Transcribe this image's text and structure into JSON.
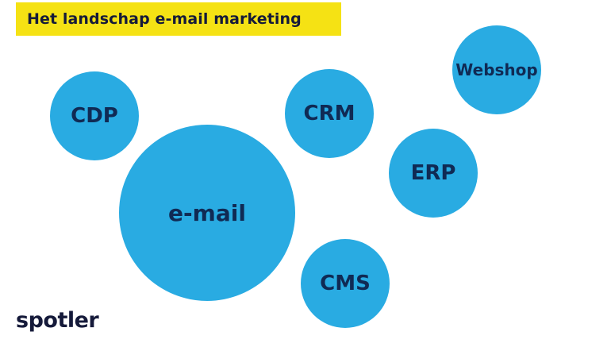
{
  "header": {
    "title": "Het landschap e-mail marketing"
  },
  "nodes": [
    {
      "id": "cdp",
      "label": "CDP"
    },
    {
      "id": "email",
      "label": "e-mail"
    },
    {
      "id": "crm",
      "label": "CRM"
    },
    {
      "id": "erp",
      "label": "ERP"
    },
    {
      "id": "cms",
      "label": "CMS"
    },
    {
      "id": "webshop",
      "label": "Webshop"
    }
  ],
  "brand": {
    "logo_text": "spotler"
  },
  "colors": {
    "title_background": "#f5e214",
    "bubble_fill": "#29abe2",
    "label_text": "#102a54",
    "title_text": "#151a3a"
  }
}
